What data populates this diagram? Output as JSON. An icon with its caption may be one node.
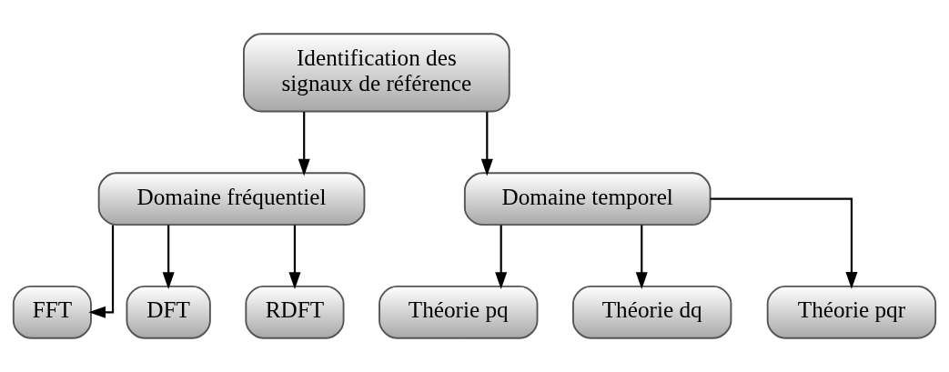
{
  "diagram": {
    "nodes": [
      {
        "text": [
          "Identification des signaux de référence"
        ]
      },
      {
        "text": [
          "Domaine fréquentiel"
        ]
      },
      {
        "text": [
          "Domaine temporel"
        ]
      },
      {
        "text": [
          "FFT"
        ]
      },
      {
        "text": [
          "DFT"
        ]
      },
      {
        "text": [
          "RDFT"
        ]
      },
      {
        "text": [
          "Théorie pq"
        ]
      },
      {
        "text": [
          "Théorie dq"
        ]
      },
      {
        "text": [
          "Théorie pqr"
        ]
      }
    ],
    "edges": [
      {
        "from": 0,
        "to": 1,
        "arrow": "to"
      },
      {
        "from": 0,
        "to": 2,
        "arrow": "to"
      },
      {
        "from": 1,
        "to": 3,
        "arrow": "to"
      },
      {
        "from": 1,
        "to": 4,
        "arrow": "to"
      },
      {
        "from": 1,
        "to": 5,
        "arrow": "to"
      },
      {
        "from": 2,
        "to": 6,
        "arrow": "to"
      },
      {
        "from": 2,
        "to": 7,
        "arrow": "to"
      },
      {
        "from": 2,
        "to": 8,
        "arrow": "to"
      }
    ]
  }
}
